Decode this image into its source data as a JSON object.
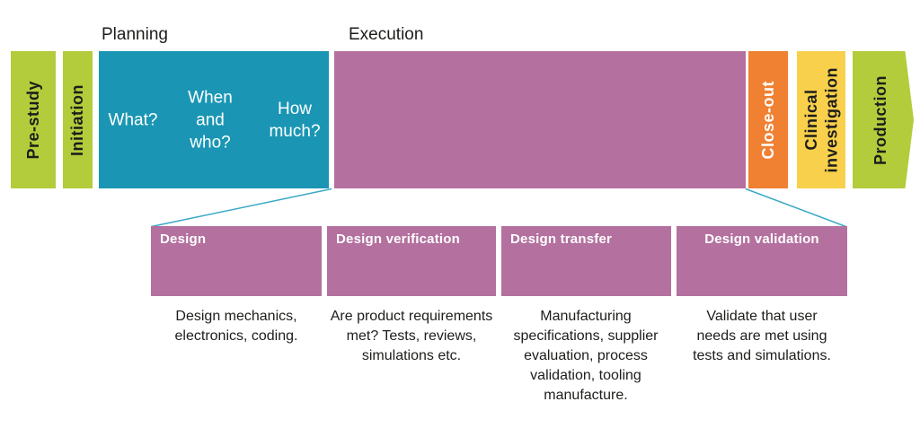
{
  "diagram": {
    "stage_labels": {
      "planning": "Planning",
      "execution": "Execution"
    },
    "phases": {
      "pre_study": "Pre-study",
      "initiation": "Initiation",
      "close_out": "Close-out",
      "clinical_investigation": "Clinical\ninvestigation",
      "production": "Production"
    },
    "planning_questions": {
      "what": "What?",
      "when_who": "When\nand\nwho?",
      "how_much": "How\nmuch?"
    },
    "design_stages": [
      {
        "title": "Design",
        "description": "Design mechanics,\nelectronics, coding."
      },
      {
        "title": "Design verification",
        "description": "Are product requirements\nmet? Tests, reviews,\nsimulations etc."
      },
      {
        "title": "Design transfer",
        "description": "Manufacturing\nspecifications, supplier\nevaluation, process\nvalidation, tooling\nmanufacture."
      },
      {
        "title": "Design validation",
        "description": "Validate that user\nneeds are met using\ntests and simulations."
      }
    ],
    "colors": {
      "green": "#b3cc3b",
      "teal": "#1a96b4",
      "purple": "#b4709f",
      "orange": "#f08032",
      "yellow": "#f8d04b",
      "connector_line": "#3aa9c5",
      "text_dark": "#1d1d1b",
      "text_light": "#ffffff"
    }
  }
}
